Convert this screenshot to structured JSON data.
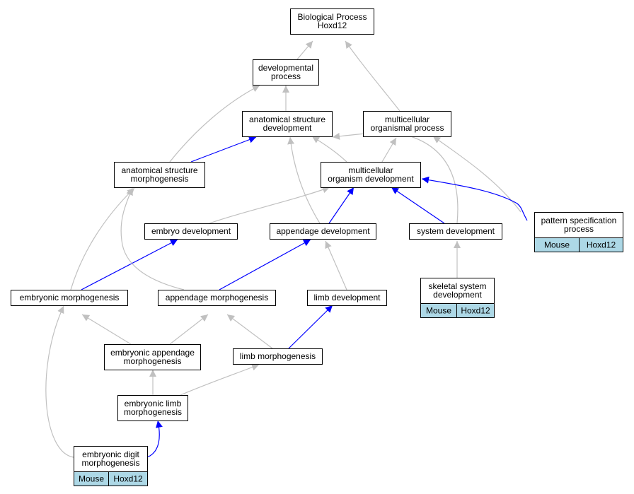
{
  "colors": {
    "is_a_edge": "#c0c0c0",
    "part_of_edge": "#0000ff",
    "annotation_cell": "#add8e6",
    "node_border": "#000000"
  },
  "nodes": {
    "bp": {
      "lines": [
        "Biological Process",
        "Hoxd12"
      ]
    },
    "dev": {
      "lines": [
        "developmental",
        "process"
      ]
    },
    "asd": {
      "lines": [
        "anatomical structure",
        "development"
      ]
    },
    "mop": {
      "lines": [
        "multicellular",
        "organismal process"
      ]
    },
    "asm": {
      "lines": [
        "anatomical structure",
        "morphogenesis"
      ]
    },
    "mod": {
      "lines": [
        "multicellular",
        "organism development"
      ]
    },
    "emb": {
      "lines": [
        "embryo development"
      ]
    },
    "app": {
      "lines": [
        "appendage development"
      ]
    },
    "sys": {
      "lines": [
        "system development"
      ]
    },
    "pat": {
      "lines": [
        "pattern specification",
        "process"
      ],
      "annotation": [
        "Mouse",
        "Hoxd12"
      ]
    },
    "skel": {
      "lines": [
        "skeletal system",
        "development"
      ],
      "annotation": [
        "Mouse",
        "Hoxd12"
      ]
    },
    "embm": {
      "lines": [
        "embryonic morphogenesis"
      ]
    },
    "appm": {
      "lines": [
        "appendage morphogenesis"
      ]
    },
    "limb": {
      "lines": [
        "limb development"
      ]
    },
    "eapm": {
      "lines": [
        "embryonic appendage",
        "morphogenesis"
      ]
    },
    "limm": {
      "lines": [
        "limb morphogenesis"
      ]
    },
    "elm": {
      "lines": [
        "embryonic limb",
        "morphogenesis"
      ]
    },
    "edm": {
      "lines": [
        "embryonic digit",
        "morphogenesis"
      ],
      "annotation": [
        "Mouse",
        "Hoxd12"
      ]
    }
  },
  "edges": [
    {
      "from": "dev",
      "to": "bp",
      "relation": "is_a"
    },
    {
      "from": "mop",
      "to": "bp",
      "relation": "is_a"
    },
    {
      "from": "asd",
      "to": "dev",
      "relation": "is_a"
    },
    {
      "from": "asm",
      "to": "dev",
      "relation": "is_a"
    },
    {
      "from": "asm",
      "to": "asd",
      "relation": "part_of"
    },
    {
      "from": "mod",
      "to": "asd",
      "relation": "is_a"
    },
    {
      "from": "mod",
      "to": "mop",
      "relation": "is_a"
    },
    {
      "from": "sys",
      "to": "asd",
      "relation": "is_a"
    },
    {
      "from": "app",
      "to": "asd",
      "relation": "is_a"
    },
    {
      "from": "pat",
      "to": "mop",
      "relation": "is_a"
    },
    {
      "from": "pat",
      "to": "mod",
      "relation": "part_of"
    },
    {
      "from": "emb",
      "to": "mod",
      "relation": "is_a"
    },
    {
      "from": "app",
      "to": "mod",
      "relation": "part_of"
    },
    {
      "from": "sys",
      "to": "mod",
      "relation": "part_of"
    },
    {
      "from": "skel",
      "to": "sys",
      "relation": "is_a"
    },
    {
      "from": "embm",
      "to": "asm",
      "relation": "is_a"
    },
    {
      "from": "embm",
      "to": "emb",
      "relation": "part_of"
    },
    {
      "from": "appm",
      "to": "asm",
      "relation": "is_a"
    },
    {
      "from": "appm",
      "to": "app",
      "relation": "part_of"
    },
    {
      "from": "limb",
      "to": "app",
      "relation": "is_a"
    },
    {
      "from": "eapm",
      "to": "embm",
      "relation": "is_a"
    },
    {
      "from": "eapm",
      "to": "appm",
      "relation": "is_a"
    },
    {
      "from": "limm",
      "to": "appm",
      "relation": "is_a"
    },
    {
      "from": "limm",
      "to": "limb",
      "relation": "part_of"
    },
    {
      "from": "elm",
      "to": "eapm",
      "relation": "is_a"
    },
    {
      "from": "elm",
      "to": "limm",
      "relation": "is_a"
    },
    {
      "from": "edm",
      "to": "elm",
      "relation": "part_of"
    },
    {
      "from": "edm",
      "to": "embm",
      "relation": "is_a"
    }
  ]
}
